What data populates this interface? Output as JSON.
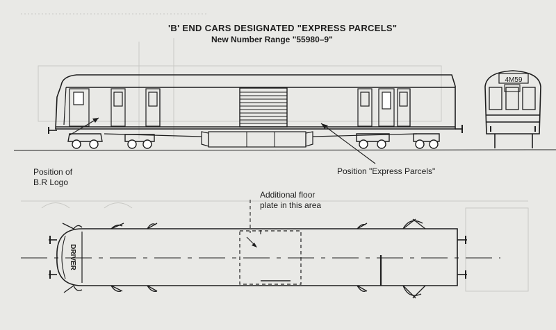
{
  "header": {
    "title": "'B' END CARS DESIGNATED \"EXPRESS PARCELS\"",
    "subtitle": "New Number Range \"55980–9\""
  },
  "labels": {
    "logo_line1": "Position of",
    "logo_line2": "B.R Logo",
    "express": "Position \"Express Parcels\"",
    "floor_line1": "Additional floor",
    "floor_line2": "plate in this area",
    "cab_marking": "DRIVER",
    "headcode": "4M59"
  },
  "colors": {
    "ink": "#1e1e1e",
    "paper": "#e9e9e6",
    "faint": "#c9c9c5"
  }
}
